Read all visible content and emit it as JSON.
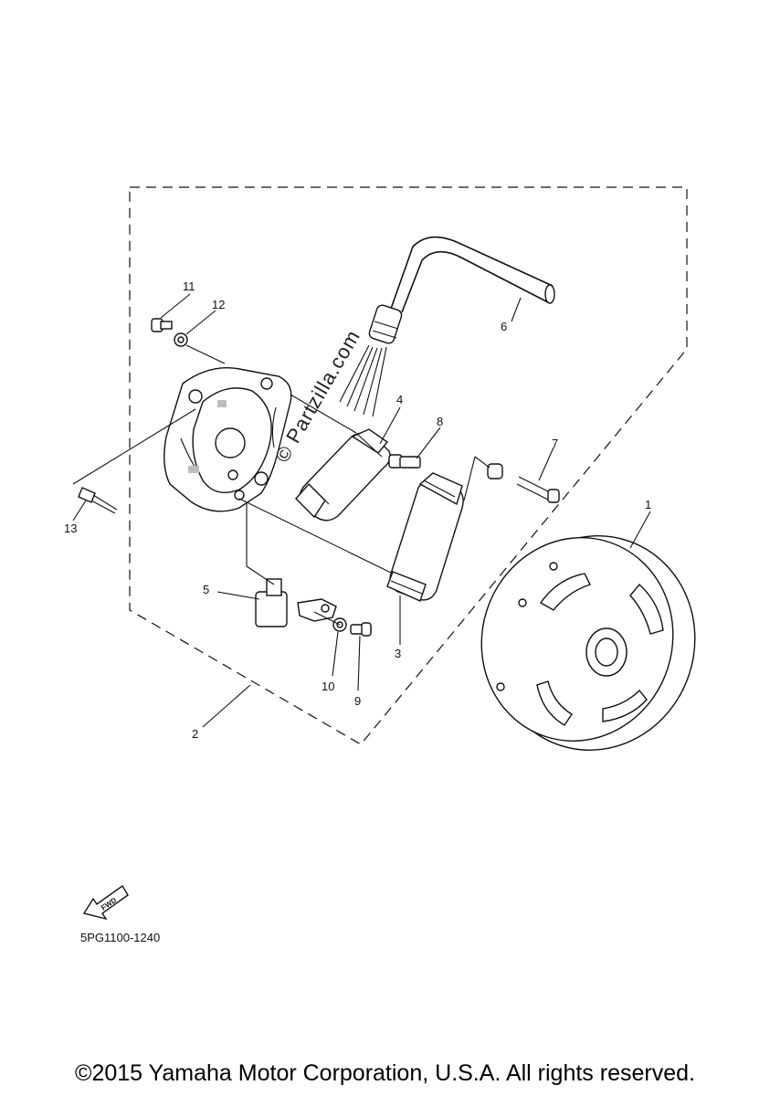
{
  "callouts": [
    {
      "number": "1"
    },
    {
      "number": "2"
    },
    {
      "number": "3"
    },
    {
      "number": "4"
    },
    {
      "number": "5"
    },
    {
      "number": "6"
    },
    {
      "number": "7"
    },
    {
      "number": "8"
    },
    {
      "number": "9"
    },
    {
      "number": "10"
    },
    {
      "number": "11"
    },
    {
      "number": "12"
    },
    {
      "number": "13"
    }
  ],
  "fwd_label": "FWD",
  "diagram_code": "5PG1100-1240",
  "watermark": "© Partzilla.com",
  "copyright": "©2015 Yamaha Motor Corporation, U.S.A. All rights reserved."
}
